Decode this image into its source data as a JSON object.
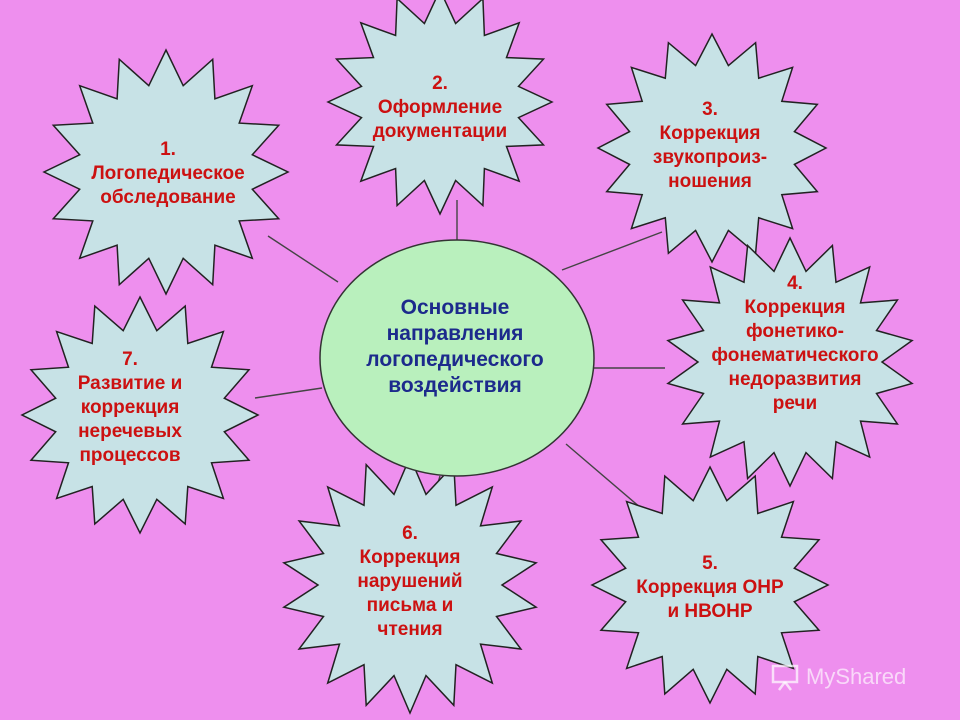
{
  "center": {
    "text": "Основные\nнаправления\nлогопедического\nвоздействия"
  },
  "stars": [
    {
      "id": "1",
      "text": "1.\nЛогопедическое\nобследование"
    },
    {
      "id": "2",
      "text": "2.\nОформление\nдокументации"
    },
    {
      "id": "3",
      "text": "3.\nКоррекция\nзвукопроиз-\nношения"
    },
    {
      "id": "4",
      "text": "4.\nКоррекция\nфонетико-\nфонематического\nнедоразвития\nречи"
    },
    {
      "id": "5",
      "text": "5.\nКоррекция ОНР\nи НВОНР"
    },
    {
      "id": "6",
      "text": "6.\nКоррекция\nнарушений\nписьма и\nчтения"
    },
    {
      "id": "7",
      "text": "7.\nРазвитие и\nкоррекция\nнеречевых\nпроцессов"
    }
  ],
  "watermark": {
    "text": "MyShared",
    "icon": "presentation-icon"
  },
  "colors": {
    "background": "#ee8fee",
    "star_fill": "#c7e2e6",
    "center_fill": "#b9f0bd",
    "star_text": "#cc1111",
    "center_text": "#1c2a8c"
  }
}
